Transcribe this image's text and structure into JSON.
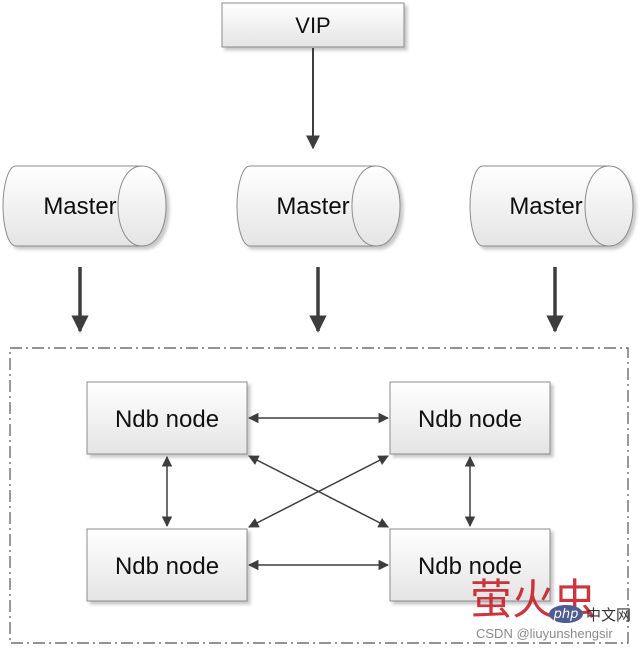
{
  "nodes": {
    "vip": "VIP",
    "master_left": "Master",
    "master_center": "Master",
    "master_right": "Master",
    "ndb_top_left": "Ndb node",
    "ndb_top_right": "Ndb node",
    "ndb_bottom_left": "Ndb node",
    "ndb_bottom_right": "Ndb node"
  },
  "watermark": {
    "chinese": "萤火虫",
    "php_badge": "php",
    "chinese_site": "中文网",
    "csdn_credit": "CSDN @liuyunshengsir"
  },
  "colors": {
    "box_fill_top": "#ffffff",
    "box_fill_bottom": "#e6e6e6",
    "stroke": "#8c8c8c",
    "arrow": "#3d3d3d",
    "watermark_red": "#c8202a"
  }
}
